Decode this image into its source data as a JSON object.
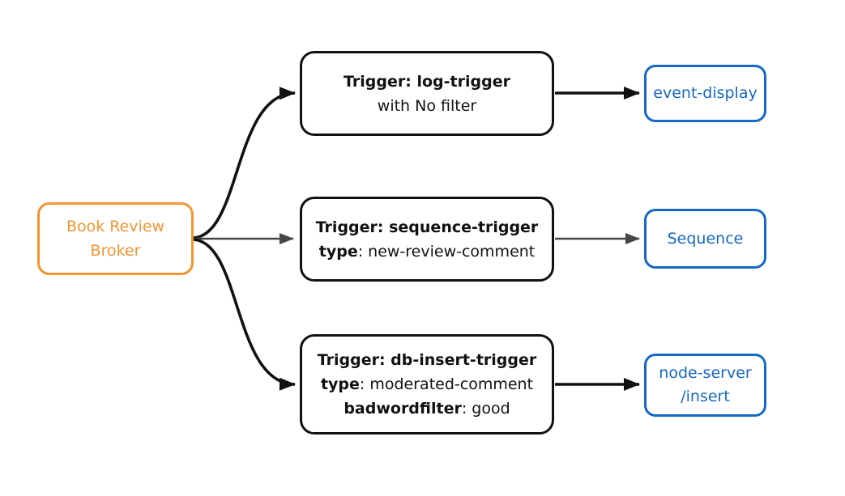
{
  "colors": {
    "broker_orange": "#F2942F",
    "sink_blue": "#1568C4",
    "edge_black": "#111111",
    "edge_gray": "#474747"
  },
  "broker": {
    "line1": "Book Review",
    "line2": "Broker"
  },
  "triggers": [
    {
      "title": "Trigger: log-trigger",
      "rows": [
        {
          "k": "",
          "v": "with No filter"
        }
      ]
    },
    {
      "title": "Trigger: sequence-trigger",
      "rows": [
        {
          "k": "type",
          "v": ": new-review-comment"
        }
      ]
    },
    {
      "title": "Trigger: db-insert-trigger",
      "rows": [
        {
          "k": "type",
          "v": ": moderated-comment"
        },
        {
          "k": "badwordfilter",
          "v": ": good"
        }
      ]
    }
  ],
  "sinks": [
    {
      "label": "event-display"
    },
    {
      "label": "Sequence"
    },
    {
      "line1": "node-server",
      "line2": "/insert"
    }
  ]
}
